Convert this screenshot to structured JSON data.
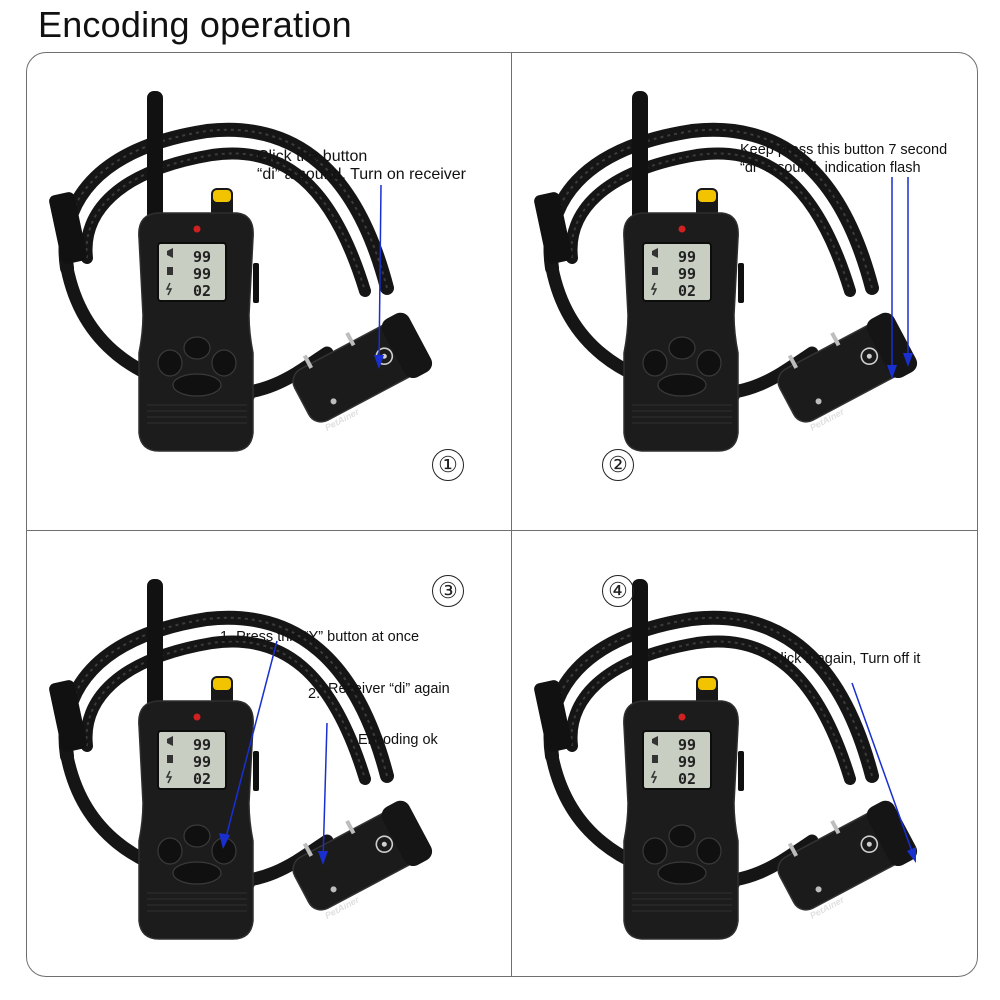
{
  "title": "Encoding operation",
  "brand": "PetAiner",
  "lcd": {
    "row1": "99",
    "row2": "99",
    "row3": "02"
  },
  "panels": [
    {
      "step": "①",
      "notes": [
        "Click the button",
        "“di” a sound, Turn on receiver"
      ]
    },
    {
      "step": "②",
      "notes": [
        "Keep press this button 7 second",
        "“di” a sound,   indication flash"
      ]
    },
    {
      "step": "③",
      "notes": [
        "1. Press this “Y” button at once",
        "2.",
        "Receiver “di” again",
        "Encoding ok"
      ]
    },
    {
      "step": "④",
      "notes": [
        "Click it again, Turn off it"
      ]
    }
  ],
  "colors": {
    "arrow": "#1a2fd0",
    "device": "#1c1c1c",
    "lcd_screen": "#c9cec3",
    "antenna_yellow": "#f2c400",
    "border": "#6f6f6f"
  }
}
